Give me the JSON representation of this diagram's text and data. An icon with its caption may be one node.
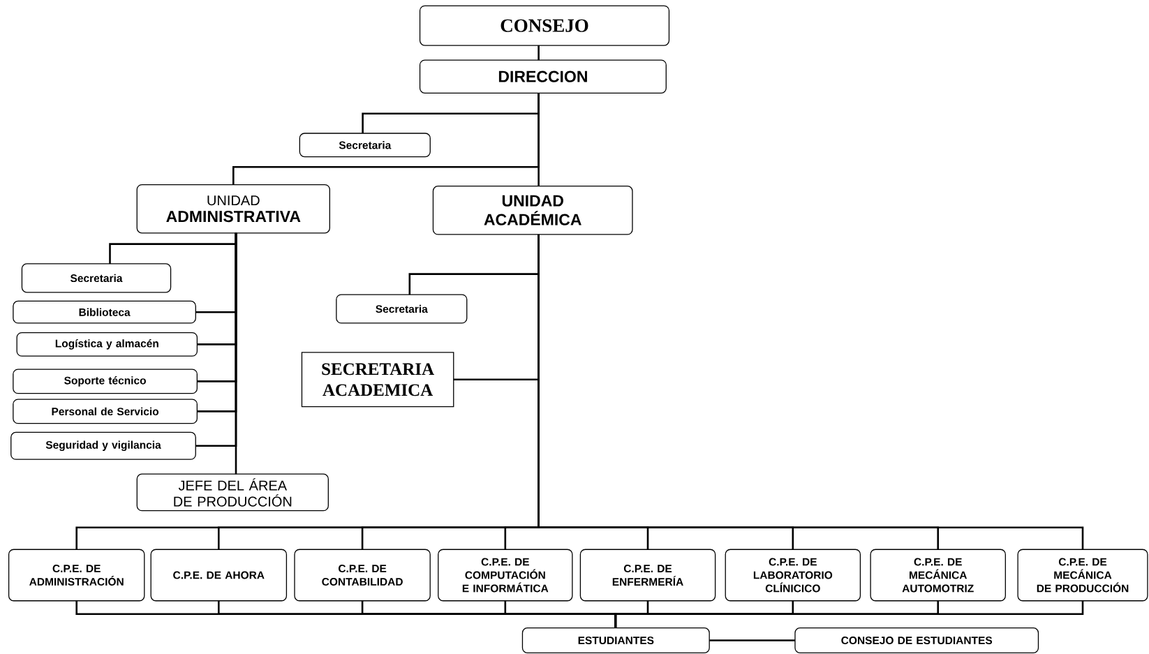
{
  "diagram": {
    "nodes": [
      {
        "text": [
          "CONSEJO"
        ]
      },
      {
        "text": [
          "DIRECCION"
        ]
      },
      {
        "text": [
          "Secretaria"
        ]
      },
      {
        "text": [
          "UNIDAD",
          "ADMINISTRATIVA"
        ]
      },
      {
        "text": [
          "UNIDAD ACADÉMICA"
        ]
      },
      {
        "text": [
          "Secretaria"
        ]
      },
      {
        "text": [
          "Biblioteca"
        ]
      },
      {
        "text": [
          "Logística y almacén"
        ]
      },
      {
        "text": [
          "Soporte técnico"
        ]
      },
      {
        "text": [
          "Personal de Servicio"
        ]
      },
      {
        "text": [
          "Seguridad y vigilancia"
        ]
      },
      {
        "text": [
          "JEFE DEL ÁREA DE PRODUCCIÓN"
        ]
      },
      {
        "text": [
          "Secretaria"
        ]
      },
      {
        "text": [
          "SECRETARIA ACADEMICA"
        ]
      },
      {
        "text": [
          "C.P.E. DE ADMINISTRACIÓN"
        ]
      },
      {
        "text": [
          "C.P.E. DE AHORA"
        ]
      },
      {
        "text": [
          "C.P.E. DE CONTABILIDAD"
        ]
      },
      {
        "text": [
          "C.P.E. DE COMPUTACIÓN E INFORMÁTICA"
        ]
      },
      {
        "text": [
          "C.P.E. DE ENFERMERÍA"
        ]
      },
      {
        "text": [
          "C.P.E. DE LABORATORIO CLÍNICICO"
        ]
      },
      {
        "text": [
          "C.P.E. DE MECÁNICA AUTOMOTRIZ"
        ]
      },
      {
        "text": [
          "C.P.E. DE MECÁNICA DE PRODUCCIÓN"
        ]
      },
      {
        "text": [
          "ESTUDIANTES"
        ]
      },
      {
        "text": [
          "CONSEJO DE ESTUDIANTES"
        ]
      }
    ],
    "edges": [
      {
        "from": 0,
        "to": 1,
        "arrow": "none"
      },
      {
        "from": 1,
        "to": 2,
        "arrow": "none"
      },
      {
        "from": 1,
        "to": 3,
        "arrow": "none"
      },
      {
        "from": 1,
        "to": 4,
        "arrow": "none"
      },
      {
        "from": 3,
        "to": 5,
        "arrow": "none"
      },
      {
        "from": 3,
        "to": 6,
        "arrow": "none"
      },
      {
        "from": 3,
        "to": 7,
        "arrow": "none"
      },
      {
        "from": 3,
        "to": 8,
        "arrow": "none"
      },
      {
        "from": 3,
        "to": 9,
        "arrow": "none"
      },
      {
        "from": 3,
        "to": 10,
        "arrow": "none"
      },
      {
        "from": 3,
        "to": 11,
        "arrow": "none"
      },
      {
        "from": 4,
        "to": 12,
        "arrow": "none"
      },
      {
        "from": 4,
        "to": 13,
        "arrow": "none"
      },
      {
        "from": 4,
        "to": 14,
        "arrow": "none"
      },
      {
        "from": 4,
        "to": 15,
        "arrow": "none"
      },
      {
        "from": 4,
        "to": 16,
        "arrow": "none"
      },
      {
        "from": 4,
        "to": 17,
        "arrow": "none"
      },
      {
        "from": 4,
        "to": 18,
        "arrow": "none"
      },
      {
        "from": 4,
        "to": 19,
        "arrow": "none"
      },
      {
        "from": 4,
        "to": 20,
        "arrow": "none"
      },
      {
        "from": 4,
        "to": 21,
        "arrow": "none"
      },
      {
        "from": 14,
        "to": 22,
        "arrow": "none"
      },
      {
        "from": 15,
        "to": 22,
        "arrow": "none"
      },
      {
        "from": 16,
        "to": 22,
        "arrow": "none"
      },
      {
        "from": 17,
        "to": 22,
        "arrow": "none"
      },
      {
        "from": 18,
        "to": 22,
        "arrow": "none"
      },
      {
        "from": 19,
        "to": 22,
        "arrow": "none"
      },
      {
        "from": 20,
        "to": 22,
        "arrow": "none"
      },
      {
        "from": 21,
        "to": 22,
        "arrow": "none"
      },
      {
        "from": 22,
        "to": 23,
        "arrow": "none"
      }
    ]
  }
}
